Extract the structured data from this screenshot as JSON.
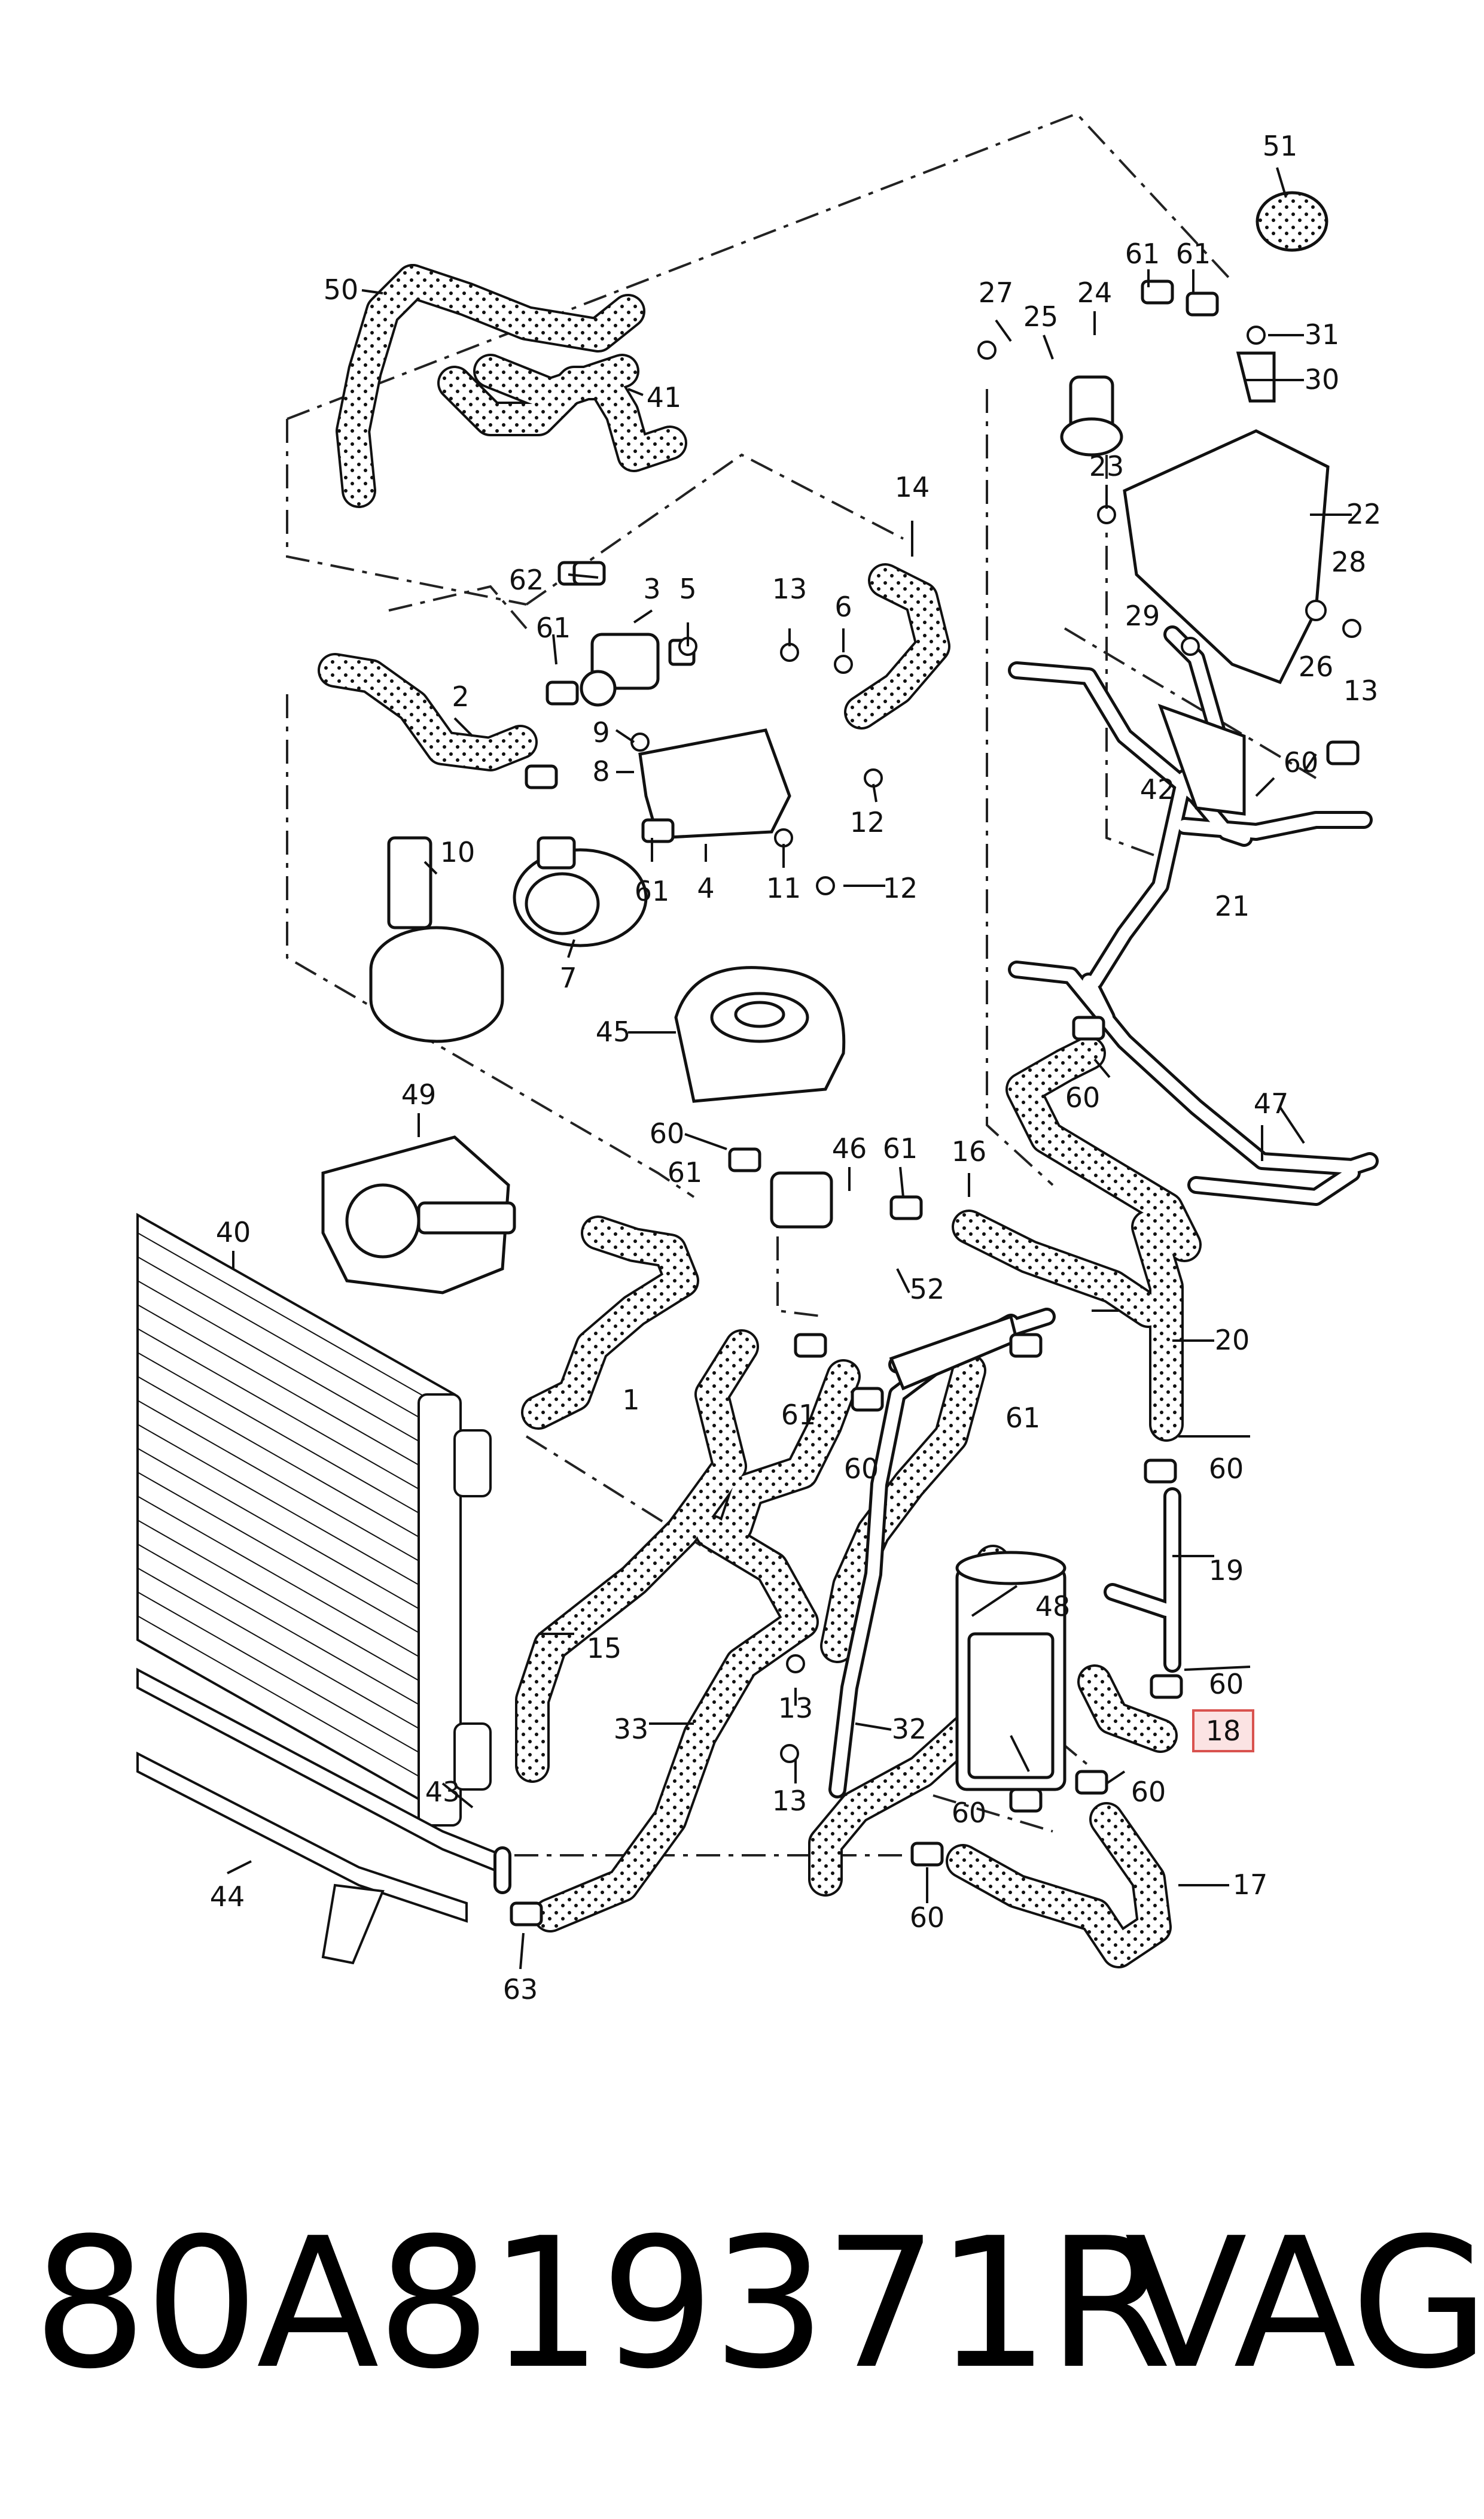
{
  "diagram": {
    "callouts": [
      "1",
      "2",
      "3",
      "4",
      "5",
      "6",
      "7",
      "8",
      "9",
      "10",
      "11",
      "12",
      "12",
      "13",
      "13",
      "13",
      "13",
      "14",
      "15",
      "16",
      "17",
      "18",
      "19",
      "20",
      "21",
      "22",
      "23",
      "24",
      "25",
      "26",
      "27",
      "28",
      "29",
      "30",
      "31",
      "32",
      "33",
      "40",
      "41",
      "42",
      "43",
      "44",
      "45",
      "46",
      "47",
      "48",
      "49",
      "50",
      "51",
      "52",
      "60",
      "60",
      "60",
      "60",
      "60",
      "60",
      "60",
      "60",
      "60",
      "61",
      "61",
      "61",
      "61",
      "61",
      "61",
      "61",
      "61",
      "62",
      "63"
    ],
    "highlighted_callout": "18",
    "highlight_color": "#d9534f",
    "highlight_fill": "#fbe3e3"
  },
  "footer": {
    "part_number": "80A819371R",
    "brand": "VAG"
  }
}
